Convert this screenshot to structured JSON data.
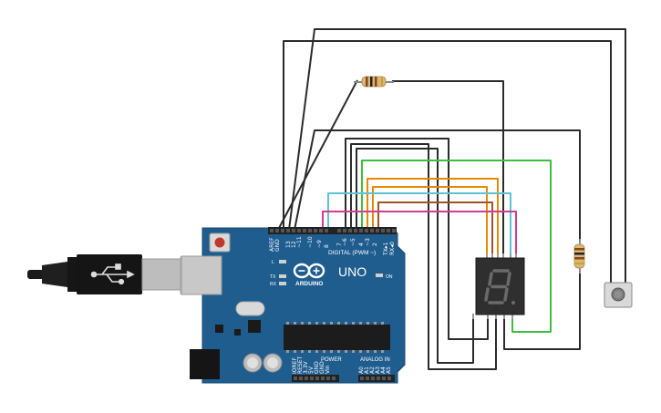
{
  "board": {
    "model": "UNO",
    "brand": "ARDUINO",
    "digital_header_label": "DIGITAL (PWM ~)",
    "power_label": "POWER",
    "analog_label": "ANALOG IN",
    "on_label": "ON",
    "led_l_label": "L",
    "led_tx_label": "TX",
    "led_rx_label": "RX",
    "digital_pins": [
      "AREF",
      "GND",
      "13",
      "12",
      "~11",
      "~10",
      "~9",
      "8",
      "7",
      "~6",
      "~5",
      "4",
      "~3",
      "2",
      "TX▸1",
      "RX◂0"
    ],
    "power_pins": [
      "IOREF",
      "RESET",
      "3.3V",
      "5V",
      "GND",
      "GND",
      "Vin"
    ],
    "analog_pins": [
      "A0",
      "A1",
      "A2",
      "A3",
      "A4",
      "A5"
    ]
  },
  "display": {
    "digit": "8."
  },
  "colors": {
    "board": "#1f5d8f",
    "wire_black": "#2b2b2b",
    "wire_green": "#3cbf3c",
    "wire_orange": "#e58a00",
    "wire_cyan": "#5cc4d4",
    "wire_brown": "#a0522d",
    "wire_magenta": "#d43c8f"
  }
}
